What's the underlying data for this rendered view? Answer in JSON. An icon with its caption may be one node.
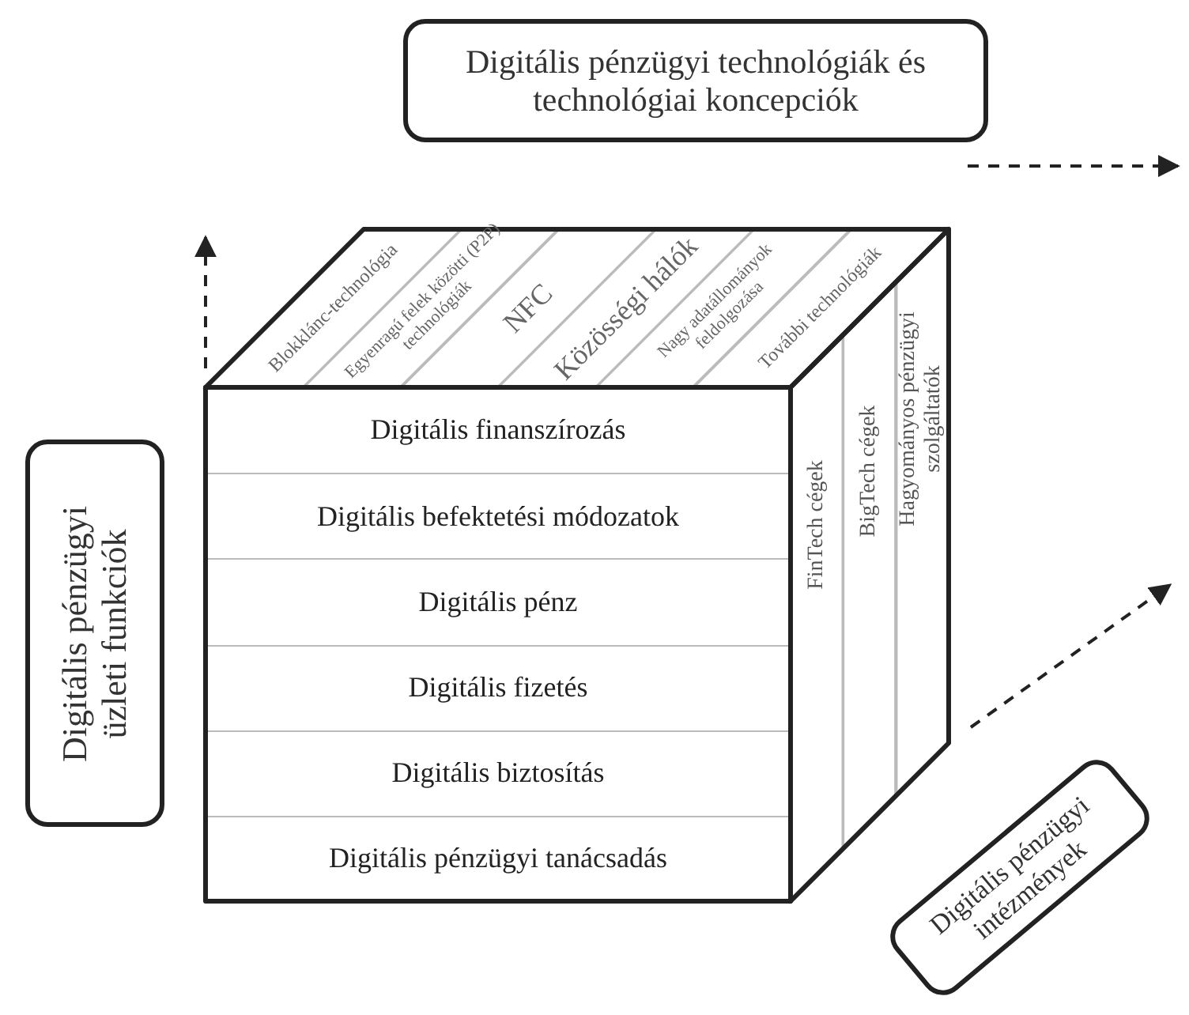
{
  "diagram": {
    "nodes": [
      {
        "text": [
          "Digitális pénzügyi technológiák és technológiai koncepciók"
        ]
      },
      {
        "text": [
          "Digitális pénzügyi üzleti funkciók"
        ]
      },
      {
        "text": [
          "Digitális pénzügyi intézmények"
        ]
      },
      {
        "text": [
          "Blokklánc-technológia"
        ]
      },
      {
        "text": [
          "Egyenragú felek közötti (P2P) technológiák"
        ]
      },
      {
        "text": [
          "NFC"
        ]
      },
      {
        "text": [
          "Közösségi hálók"
        ]
      },
      {
        "text": [
          "Nagy adatállományok feldolgozása"
        ]
      },
      {
        "text": [
          "További technológiák"
        ]
      },
      {
        "text": [
          "Digitális finanszírozás"
        ]
      },
      {
        "text": [
          "Digitális befektetési módozatok"
        ]
      },
      {
        "text": [
          "Digitális pénz"
        ]
      },
      {
        "text": [
          "Digitális fizetés"
        ]
      },
      {
        "text": [
          "Digitális biztosítás"
        ]
      },
      {
        "text": [
          "Digitális pénzügyi tanácsadás"
        ]
      },
      {
        "text": [
          "FinTech cégek"
        ]
      },
      {
        "text": [
          "BigTech cégek"
        ]
      },
      {
        "text": [
          "Hagyományos pénzügyi szolgáltatók"
        ]
      }
    ]
  }
}
